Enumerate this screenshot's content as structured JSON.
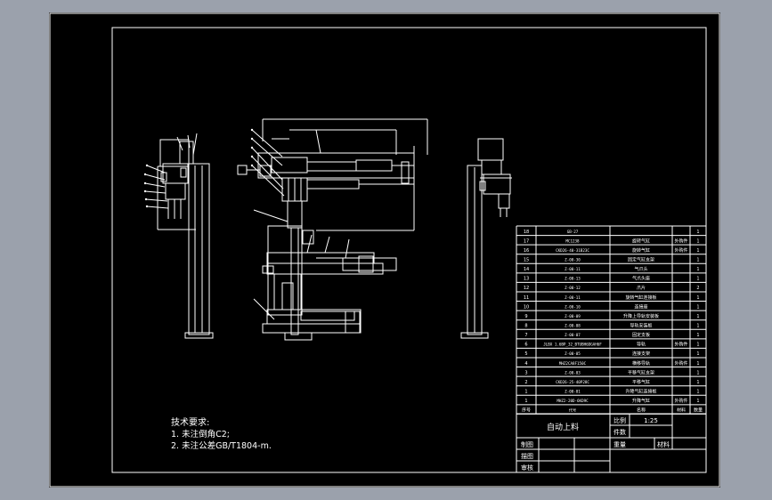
{
  "drawing": {
    "title": "自动上料",
    "notes": {
      "heading": "技术要求:",
      "lines": [
        "1. 未注倒角C2;",
        "2. 未注公差GB/T1804-m."
      ]
    },
    "title_block": {
      "scale_label": "比例",
      "scale_value": "1:25",
      "count_label": "件数",
      "weight_label": "重量",
      "material_label": "材料",
      "drafter_label": "制图",
      "designer_label": "描图",
      "reviewer_label": "审核"
    },
    "bom": {
      "header": [
        "序号",
        "代号",
        "名称",
        "材料",
        "数量"
      ],
      "rows": [
        [
          "18",
          "GB-27",
          "",
          "",
          "1"
        ],
        [
          "17",
          "MC1238",
          "旋转气缸",
          "外购件",
          "1"
        ],
        [
          "16",
          "CKD26-40-31B23C",
          "旋转气缸",
          "外购件",
          "1"
        ],
        [
          "15",
          "Z-00-30",
          "固定气缸支架",
          "",
          "1"
        ],
        [
          "14",
          "Z-00-11",
          "气爪头",
          "",
          "1"
        ],
        [
          "13",
          "Z-00-13",
          "气爪头座",
          "",
          "1"
        ],
        [
          "12",
          "Z-00-12",
          "爪片",
          "",
          "2"
        ],
        [
          "11",
          "Z-00-11",
          "旋转气缸连接板",
          "",
          "1"
        ],
        [
          "10",
          "Z-00-10",
          "连接座",
          "",
          "1"
        ],
        [
          "9",
          "Z-00-09",
          "升降上导轨安装板",
          "",
          "1"
        ],
        [
          "8",
          "Z-00-08",
          "导轨安装板",
          "",
          "1"
        ],
        [
          "7",
          "Z-00-07",
          "固定支板",
          "",
          "1"
        ],
        [
          "6",
          "JLBX 1.6BP_32_BTUBH6DGAH6F",
          "导轨",
          "外购件",
          "1"
        ],
        [
          "5",
          "Z-00-05",
          "连接支架",
          "",
          "1"
        ],
        [
          "4",
          "MHZ2CA8F150C",
          "横移导轨",
          "外购件",
          "1"
        ],
        [
          "3",
          "Z-00-03",
          "平移气缸支架",
          "",
          "1"
        ],
        [
          "2",
          "CKD26-25-40P28C",
          "平移气缸",
          "",
          "1"
        ],
        [
          "1",
          "Z-00-01",
          "升降气缸连接板",
          "",
          "1"
        ],
        [
          "1",
          "MHZ2-20D-6KD9C",
          "升降气缸",
          "外购件",
          "1"
        ]
      ]
    }
  }
}
